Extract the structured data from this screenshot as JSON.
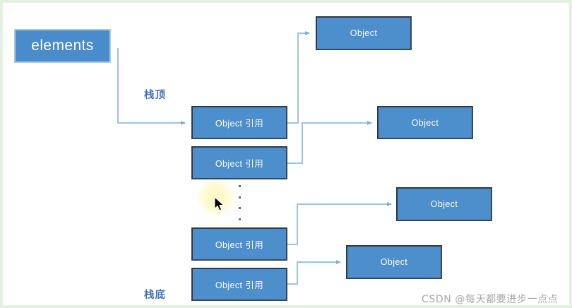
{
  "diagram": {
    "title": "Stack elements array referencing Object instances",
    "colors": {
      "box_fill": "#4d8fcc",
      "box_border": "#2f3a47",
      "elements_border": "#a9cbe8",
      "wire": "#9dc3e6",
      "label_text": "#4372b0",
      "watermark_text": "#a7a7a7",
      "canvas_border": "#e4f0e4",
      "highlight_glow": "#fff7ba"
    },
    "elements_box": {
      "label": "elements"
    },
    "annotations": [
      {
        "name": "stack-top",
        "text": "栈顶"
      },
      {
        "name": "stack-bottom",
        "text": "栈底"
      }
    ],
    "reference_boxes": [
      {
        "label": "Object 引用"
      },
      {
        "label": "Object 引用"
      },
      {
        "label": "Object 引用"
      },
      {
        "label": "Object 引用"
      }
    ],
    "object_boxes": [
      {
        "label": "Object"
      },
      {
        "label": "Object"
      },
      {
        "label": "Object"
      },
      {
        "label": "Object"
      }
    ],
    "ellipsis": {
      "name": "vertical-ellipsis",
      "dot_count": 4
    },
    "watermark": {
      "text": "CSDN @每天都要进步一点点"
    }
  }
}
